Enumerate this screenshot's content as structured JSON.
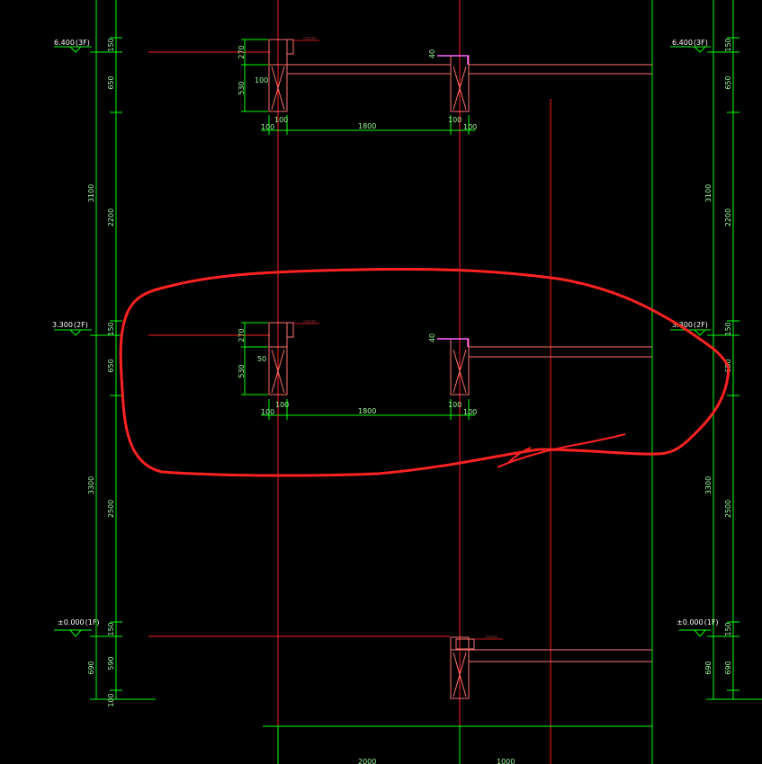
{
  "colors": {
    "background": "#000000",
    "dimension": "#00ff00",
    "dimension_text": "#9eff9e",
    "axis": "#ff2020",
    "outline": "#ff7070",
    "rebar": "#ff66ff",
    "annotation": "#ff2222",
    "level_text": "#ffffff"
  },
  "levels": {
    "third": "6.400",
    "third_suffix": "(3F)",
    "second": "3.300",
    "second_suffix": "(2F)",
    "ground": "±0.000",
    "ground_suffix": "(1F)"
  },
  "left_dims": {
    "d150a": "150",
    "d650a": "650",
    "d3100": "3100",
    "d2200": "2200",
    "d150b": "150",
    "d650b": "650",
    "d3300": "3300",
    "d2500": "2500",
    "d150c": "150",
    "d690": "690",
    "d590": "590",
    "d100": "100"
  },
  "right_dims": {
    "d150a": "150",
    "d650a": "650",
    "d3100": "3100",
    "d2200": "2200",
    "d150b": "150",
    "d650b": "650",
    "d3300": "3300",
    "d2500": "2500",
    "d150c": "150",
    "d690a": "690",
    "d690b": "690"
  },
  "detail_top": {
    "d270": "270",
    "d530": "530",
    "d100_side": "100",
    "d100_left": "100",
    "d100_left_b": "100",
    "d1800": "1800",
    "d100_right_t": "100",
    "d100_right_b": "100",
    "d40": "40"
  },
  "detail_mid": {
    "d270": "270",
    "d530": "530",
    "d50": "50",
    "d100_left": "100",
    "d100_left_b": "100",
    "d1800": "1800",
    "d100_right_t": "100",
    "d100_right_b": "100",
    "d40": "40"
  },
  "bottom_dims": {
    "d2000": "2000",
    "d1000": "1000"
  },
  "annotation": {
    "shape": "hand-drawn-loop",
    "color": "#ff2222"
  }
}
